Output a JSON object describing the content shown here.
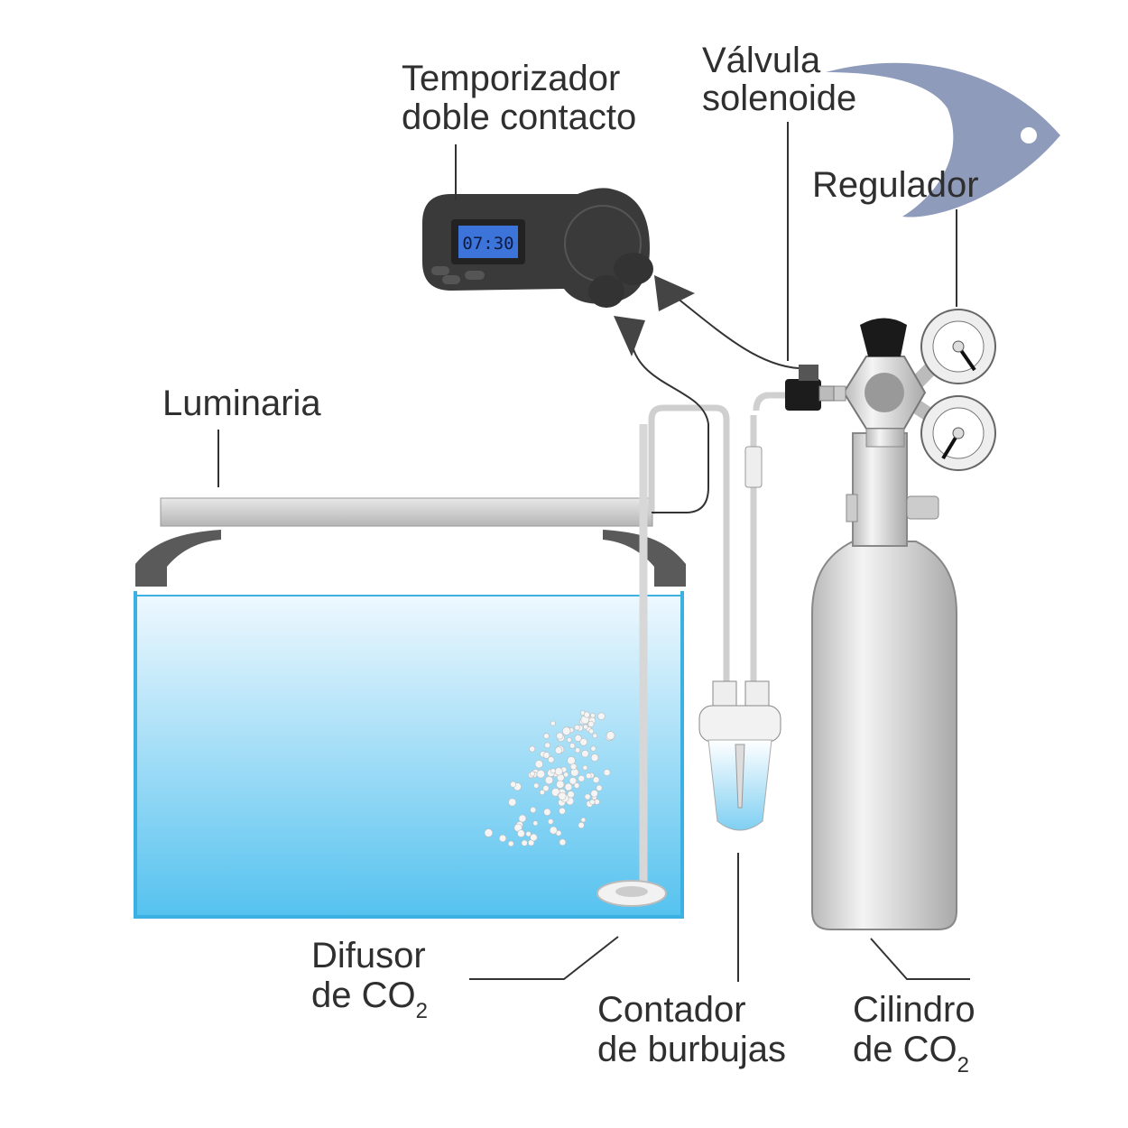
{
  "labels": {
    "timer": [
      "Temporizador",
      "doble contacto"
    ],
    "valve": [
      "Válvula",
      "solenoide"
    ],
    "regulator": "Regulador",
    "light": "Luminaria",
    "diffuser": [
      "Difusor",
      "de CO",
      "2"
    ],
    "bubble_counter": [
      "Contador",
      "de burbujas"
    ],
    "cylinder": [
      "Cilindro",
      "de CO",
      "2"
    ]
  },
  "timer_display": "07:30",
  "colors": {
    "logo_fish": "#8e9bbb",
    "water_top": "#eaf6fd",
    "water_bottom": "#55c2ef",
    "timer_body": "#3a3a3a",
    "timer_screen": "#3d74d9"
  }
}
